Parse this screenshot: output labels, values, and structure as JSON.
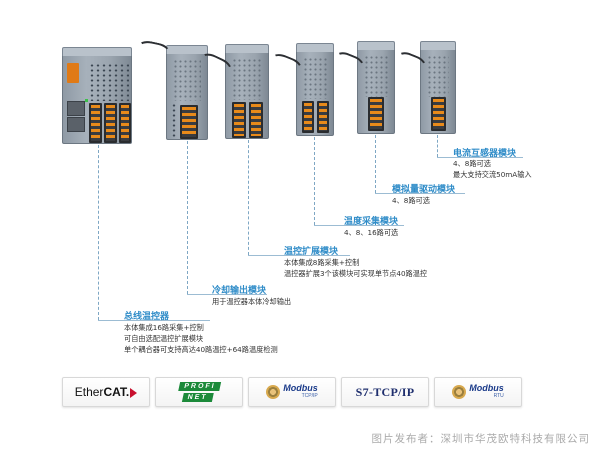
{
  "annotations": [
    {
      "id": "current",
      "title": "电流互感器模块",
      "lines": [
        "4、8路可选",
        "最大支持交流50mA输入"
      ]
    },
    {
      "id": "analog",
      "title": "模拟量驱动模块",
      "lines": [
        "4、8路可选"
      ]
    },
    {
      "id": "temp",
      "title": "温度采集模块",
      "lines": [
        "4、8、16路可选"
      ]
    },
    {
      "id": "tempctl",
      "title": "温控扩展模块",
      "lines": [
        "本体集成8路采集+控制",
        "温控器扩展3个该模块可实现单节点40路温控"
      ]
    },
    {
      "id": "cooling",
      "title": "冷却输出模块",
      "lines": [
        "用于温控器本体冷却输出"
      ]
    },
    {
      "id": "bus",
      "title": "总线温控器",
      "lines": [
        "本体集成16路采集+控制",
        "可自由选配温控扩展模块",
        "单个耦合器可支持高达40路温控+64路温度检测"
      ]
    }
  ],
  "protocols": {
    "ethercat": {
      "pre": "Ether",
      "bold": "CAT",
      "dot": "."
    },
    "profinet": {
      "top": "PROFI",
      "bottom": "NET"
    },
    "modbus_tcp": {
      "name": "Modbus",
      "sub": "TCP/IP"
    },
    "s7": {
      "label": "S7-TCP/IP"
    },
    "modbus_rtu": {
      "name": "Modbus",
      "sub": "RTU"
    }
  },
  "credit": "图片发布者：深圳市华茂欧特科技有限公司",
  "colors": {
    "title": "#2f8cc8",
    "leader": "#7ea7c4",
    "terminal": "#e88a1a",
    "ethercat_arrow": "#c8102e",
    "profinet": "#1c8a3a"
  }
}
